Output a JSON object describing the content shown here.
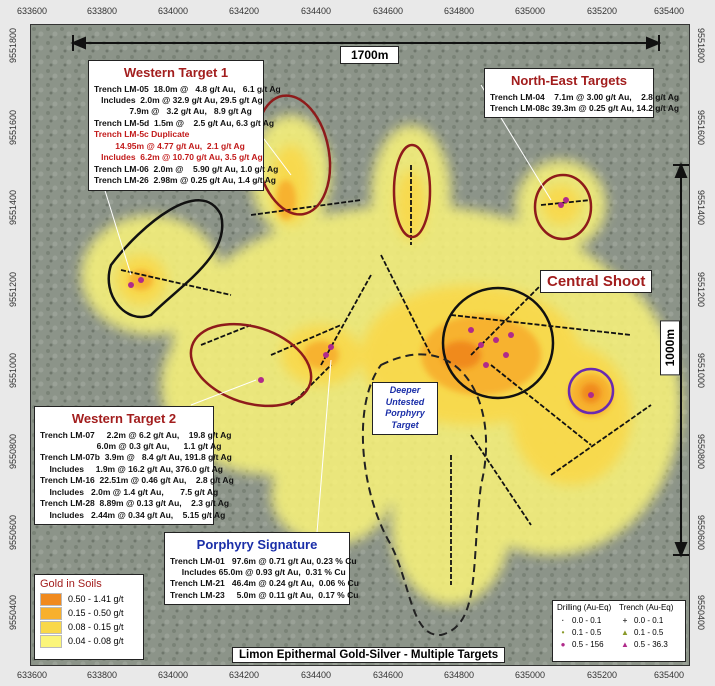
{
  "map": {
    "title": "Limon Epithermal Gold-Silver - Multiple Targets",
    "x_ticks": [
      "633600",
      "633800",
      "634000",
      "634200",
      "634400",
      "634600",
      "634800",
      "635000",
      "635200",
      "635400"
    ],
    "y_ticks": [
      "9551800",
      "9551600",
      "9551400",
      "9551200",
      "9551000",
      "9550800",
      "9550600",
      "9550400"
    ],
    "scale_horizontal": "1700m",
    "scale_vertical": "1000m",
    "central_shoot_label": "Central Shoot",
    "porphyry_target_label": "Deeper Untested Porphyry Target"
  },
  "callouts": {
    "western_target_1": {
      "title": "Western Target 1",
      "rows": [
        {
          "text": "Trench LM-05  18.0m @   4.8 g/t Au,   6.1 g/t Ag",
          "red": false
        },
        {
          "text": "   Includes  2.0m @ 32.9 g/t Au, 29.5 g/t Ag",
          "red": false
        },
        {
          "text": "               7.9m @   3.2 g/t Au,   8.9 g/t Ag",
          "red": false
        },
        {
          "text": "Trench LM-5d  1.5m @    2.5 g/t Au, 6.3 g/t Ag",
          "red": false
        },
        {
          "text": "Trench LM-5c Duplicate",
          "red": true
        },
        {
          "text": "         14.95m @ 4.77 g/t Au,  2.1 g/t Ag",
          "red": true
        },
        {
          "text": "   Includes  6.2m @ 10.70 g/t Au, 3.5 g/t Ag",
          "red": true
        },
        {
          "text": "Trench LM-06  2.0m @    5.90 g/t Au, 1.0 g/t Ag",
          "red": false
        },
        {
          "text": "Trench LM-26  2.98m @ 0.25 g/t Au, 1.4 g/t Ag",
          "red": false
        }
      ]
    },
    "north_east": {
      "title": "North-East Targets",
      "rows": [
        {
          "text": "Trench LM-04    7.1m @ 3.00 g/t Au,    2.8 g/t Ag"
        },
        {
          "text": "Trench LM-08c 39.3m @ 0.25 g/t Au, 14.2 g/t Ag"
        }
      ]
    },
    "western_target_2": {
      "title": "Western Target 2",
      "rows": [
        {
          "text": "Trench LM-07     2.2m @ 6.2 g/t Au,    19.8 g/t Ag"
        },
        {
          "text": "                        6.0m @ 0.3 g/t Au,      1.1 g/t Ag"
        },
        {
          "text": "Trench LM-07b  3.9m @   8.4 g/t Au, 191.8 g/t Ag"
        },
        {
          "text": "    Includes     1.9m @ 16.2 g/t Au, 376.0 g/t Ag"
        },
        {
          "text": "Trench LM-16  22.51m @ 0.46 g/t Au,    2.8 g/t Ag"
        },
        {
          "text": "    Includes   2.0m @ 1.4 g/t Au,       7.5 g/t Ag"
        },
        {
          "text": "Trench LM-28  8.89m @ 0.13 g/t Au,    2.3 g/t Ag"
        },
        {
          "text": "    Includes   2.44m @ 0.34 g/t Au,    5.15 g/t Ag"
        }
      ]
    },
    "porphyry_signature": {
      "title": "Porphyry Signature",
      "rows": [
        {
          "text": "Trench LM-01   97.6m @ 0.71 g/t Au, 0.23 % Cu"
        },
        {
          "text": "     Includes 65.0m @ 0.93 g/t Au,  0.31 % Cu"
        },
        {
          "text": "Trench LM-21   46.4m @ 0.24 g/t Au,  0.06 % Cu"
        },
        {
          "text": "Trench LM-23     5.0m @ 0.11 g/t Au,  0.17 % Cu"
        }
      ]
    }
  },
  "gold_legend": {
    "title": "Gold in Soils",
    "items": [
      {
        "label": "0.50 - 1.41 g/t",
        "color": "#f08a1f"
      },
      {
        "label": "0.15 - 0.50 g/t",
        "color": "#f7b02d"
      },
      {
        "label": "0.08 - 0.15 g/t",
        "color": "#f9d84a"
      },
      {
        "label": "0.04 - 0.08 g/t",
        "color": "#fbf57a"
      }
    ]
  },
  "drill_legend": {
    "drilling_title": "Drilling (Au-Eq)",
    "trench_title": "Trench (Au-Eq)",
    "drilling": [
      {
        "symbol": "·",
        "label": "0.0 - 0.1",
        "color": "#444"
      },
      {
        "symbol": "•",
        "label": "0.1 - 0.5",
        "color": "#8a9a2a"
      },
      {
        "symbol": "●",
        "label": "0.5 - 156",
        "color": "#b02a8a"
      }
    ],
    "trench": [
      {
        "symbol": "+",
        "label": "0.0 - 0.1",
        "color": "#444"
      },
      {
        "symbol": "▲",
        "label": "0.1 - 0.5",
        "color": "#8a9a2a"
      },
      {
        "symbol": "▲",
        "label": "0.5 - 36.3",
        "color": "#b02a8a"
      }
    ]
  }
}
